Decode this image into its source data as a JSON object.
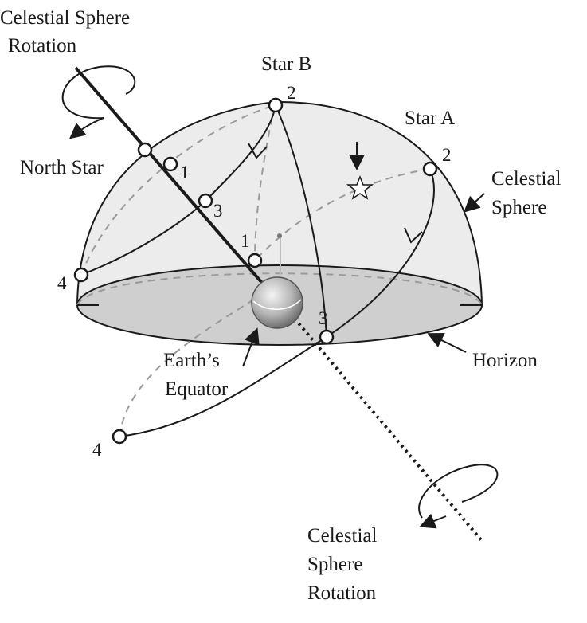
{
  "labels": {
    "rotation_top_line1": "Celestial Sphere",
    "rotation_top_line2": "Rotation",
    "star_b": "Star B",
    "star_a": "Star A",
    "north_star": "North Star",
    "celestial_sphere_line1": "Celestial",
    "celestial_sphere_line2": "Sphere",
    "horizon": "Horizon",
    "earths_equator_line1": "Earth’s",
    "earths_equator_line2": "Equator",
    "rotation_bottom_line1": "Celestial",
    "rotation_bottom_line2": "Sphere",
    "rotation_bottom_line3": "Rotation"
  },
  "positions": {
    "star_b": {
      "p1": "1",
      "p2": "2",
      "p3": "3",
      "p4": "4"
    },
    "star_a": {
      "p2": "2",
      "p3": "3",
      "p4": "4"
    }
  },
  "colors": {
    "line": "#1a1a1a",
    "sphere_fill": "#ececec",
    "horizon_fill": "#cfcfcf",
    "dashed": "#9a9a9a"
  }
}
